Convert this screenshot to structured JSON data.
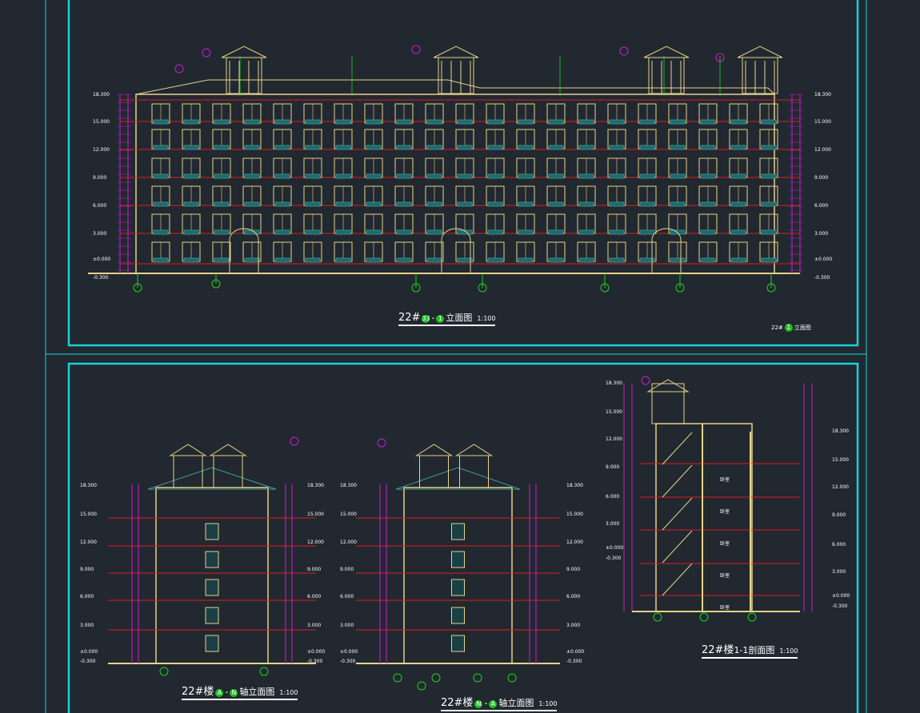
{
  "drawings": [
    {
      "prefix": "22#",
      "axis_from": "33",
      "axis_to": "1",
      "name": "立面图",
      "scale": "1:100"
    },
    {
      "prefix": "22#楼",
      "axis_from": "A",
      "axis_to": "N",
      "name": "轴立面图",
      "scale": "1:100"
    },
    {
      "prefix": "22#楼",
      "axis_from": "N",
      "axis_to": "A",
      "name": "轴立面图",
      "scale": "1:100"
    },
    {
      "prefix": "22#楼",
      "axis_from": "1",
      "axis_to": "1",
      "name": "剖面图",
      "scale": "1:100"
    }
  ],
  "small_title": {
    "prefix": "22#",
    "axis_from": "1",
    "name": "立面图"
  },
  "elevations": [
    "18.300",
    "15.000",
    "12.000",
    "9.000",
    "6.000",
    "3.000",
    "±0.000",
    "-0.300"
  ],
  "section_rooms": [
    "卧室",
    "卧室",
    "卧室",
    "卧室",
    "卧室"
  ],
  "colors": {
    "background": "#212830",
    "frame": "#19d3d3",
    "wall": "#e8d28a",
    "floor_line": "#e01b1b",
    "dimension": "#d01bd0",
    "leader": "#1fd11f",
    "glass": "#1d6b6b"
  }
}
